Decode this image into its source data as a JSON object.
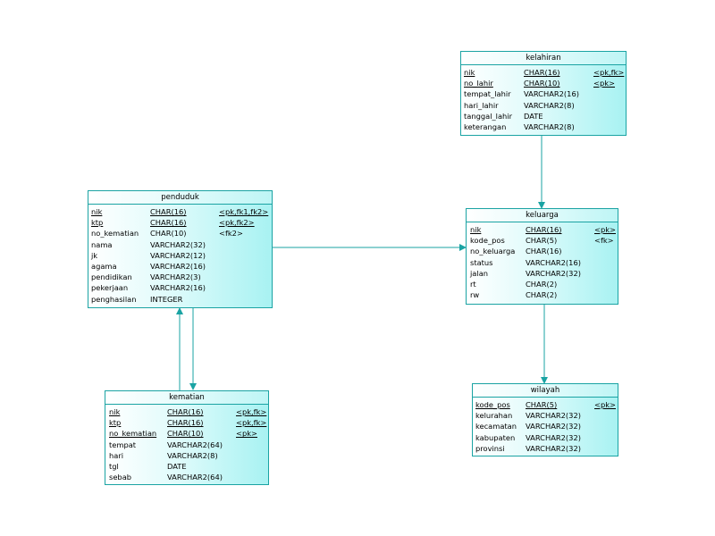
{
  "entities": {
    "kelahiran": {
      "title": "kelahiran",
      "rows": [
        {
          "name": "nik",
          "type": "CHAR(16)",
          "key": "<pk,fk>",
          "u": [
            1,
            1,
            1
          ]
        },
        {
          "name": "no_lahir",
          "type": "CHAR(10)",
          "key": "<pk>",
          "u": [
            1,
            1,
            1
          ]
        },
        {
          "name": "tempat_lahir",
          "type": "VARCHAR2(16)",
          "key": "",
          "u": [
            0,
            0,
            0
          ]
        },
        {
          "name": "hari_lahir",
          "type": "VARCHAR2(8)",
          "key": "",
          "u": [
            0,
            0,
            0
          ]
        },
        {
          "name": "tanggal_lahir",
          "type": "DATE",
          "key": "",
          "u": [
            0,
            0,
            0
          ]
        },
        {
          "name": "keterangan",
          "type": "VARCHAR2(8)",
          "key": "",
          "u": [
            0,
            0,
            0
          ]
        }
      ]
    },
    "penduduk": {
      "title": "penduduk",
      "rows": [
        {
          "name": "nik",
          "type": "CHAR(16)",
          "key": "<pk,fk1,fk2>",
          "u": [
            1,
            1,
            1
          ]
        },
        {
          "name": "ktp",
          "type": "CHAR(16)",
          "key": "<pk,fk2>",
          "u": [
            1,
            1,
            1
          ]
        },
        {
          "name": "no_kematian",
          "type": "CHAR(10)",
          "key": "<fk2>",
          "u": [
            0,
            0,
            0
          ]
        },
        {
          "name": "nama",
          "type": "VARCHAR2(32)",
          "key": "",
          "u": [
            0,
            0,
            0
          ]
        },
        {
          "name": "jk",
          "type": "VARCHAR2(12)",
          "key": "",
          "u": [
            0,
            0,
            0
          ]
        },
        {
          "name": "agama",
          "type": "VARCHAR2(16)",
          "key": "",
          "u": [
            0,
            0,
            0
          ]
        },
        {
          "name": "pendidikan",
          "type": "VARCHAR2(3)",
          "key": "",
          "u": [
            0,
            0,
            0
          ]
        },
        {
          "name": "pekerjaan",
          "type": "VARCHAR2(16)",
          "key": "",
          "u": [
            0,
            0,
            0
          ]
        },
        {
          "name": "penghasilan",
          "type": "INTEGER",
          "key": "",
          "u": [
            0,
            0,
            0
          ]
        }
      ]
    },
    "keluarga": {
      "title": "keluarga",
      "rows": [
        {
          "name": "nik",
          "type": "CHAR(16)",
          "key": "<pk>",
          "u": [
            1,
            1,
            1
          ]
        },
        {
          "name": "kode_pos",
          "type": "CHAR(5)",
          "key": "<fk>",
          "u": [
            0,
            0,
            0
          ]
        },
        {
          "name": "no_keluarga",
          "type": "CHAR(16)",
          "key": "",
          "u": [
            0,
            0,
            0
          ]
        },
        {
          "name": "status",
          "type": "VARCHAR2(16)",
          "key": "",
          "u": [
            0,
            0,
            0
          ]
        },
        {
          "name": "jalan",
          "type": "VARCHAR2(32)",
          "key": "",
          "u": [
            0,
            0,
            0
          ]
        },
        {
          "name": "rt",
          "type": "CHAR(2)",
          "key": "",
          "u": [
            0,
            0,
            0
          ]
        },
        {
          "name": "rw",
          "type": "CHAR(2)",
          "key": "",
          "u": [
            0,
            0,
            0
          ]
        }
      ]
    },
    "kematian": {
      "title": "kematian",
      "rows": [
        {
          "name": "nik",
          "type": "CHAR(16)",
          "key": "<pk,fk>",
          "u": [
            1,
            1,
            1
          ]
        },
        {
          "name": "ktp",
          "type": "CHAR(16)",
          "key": "<pk,fk>",
          "u": [
            1,
            1,
            1
          ]
        },
        {
          "name": "no_kematian",
          "type": "CHAR(10)",
          "key": "<pk>",
          "u": [
            1,
            1,
            1
          ]
        },
        {
          "name": "tempat",
          "type": "VARCHAR2(64)",
          "key": "",
          "u": [
            0,
            0,
            0
          ]
        },
        {
          "name": "hari",
          "type": "VARCHAR2(8)",
          "key": "",
          "u": [
            0,
            0,
            0
          ]
        },
        {
          "name": "tgl",
          "type": "DATE",
          "key": "",
          "u": [
            0,
            0,
            0
          ]
        },
        {
          "name": "sebab",
          "type": "VARCHAR2(64)",
          "key": "",
          "u": [
            0,
            0,
            0
          ]
        }
      ]
    },
    "wilayah": {
      "title": "wilayah",
      "rows": [
        {
          "name": "kode_pos",
          "type": "CHAR(5)",
          "key": "<pk>",
          "u": [
            1,
            1,
            1
          ]
        },
        {
          "name": "kelurahan",
          "type": "VARCHAR2(32)",
          "key": "",
          "u": [
            0,
            0,
            0
          ]
        },
        {
          "name": "kecamatan",
          "type": "VARCHAR2(32)",
          "key": "",
          "u": [
            0,
            0,
            0
          ]
        },
        {
          "name": "kabupaten",
          "type": "VARCHAR2(32)",
          "key": "",
          "u": [
            0,
            0,
            0
          ]
        },
        {
          "name": "provinsi",
          "type": "VARCHAR2(32)",
          "key": "",
          "u": [
            0,
            0,
            0
          ]
        }
      ]
    }
  },
  "colors": {
    "border": "#1aa3a3",
    "connector": "#1aa3a3",
    "fill_light": "#ffffff",
    "fill_dark": "#a8f2f2"
  }
}
